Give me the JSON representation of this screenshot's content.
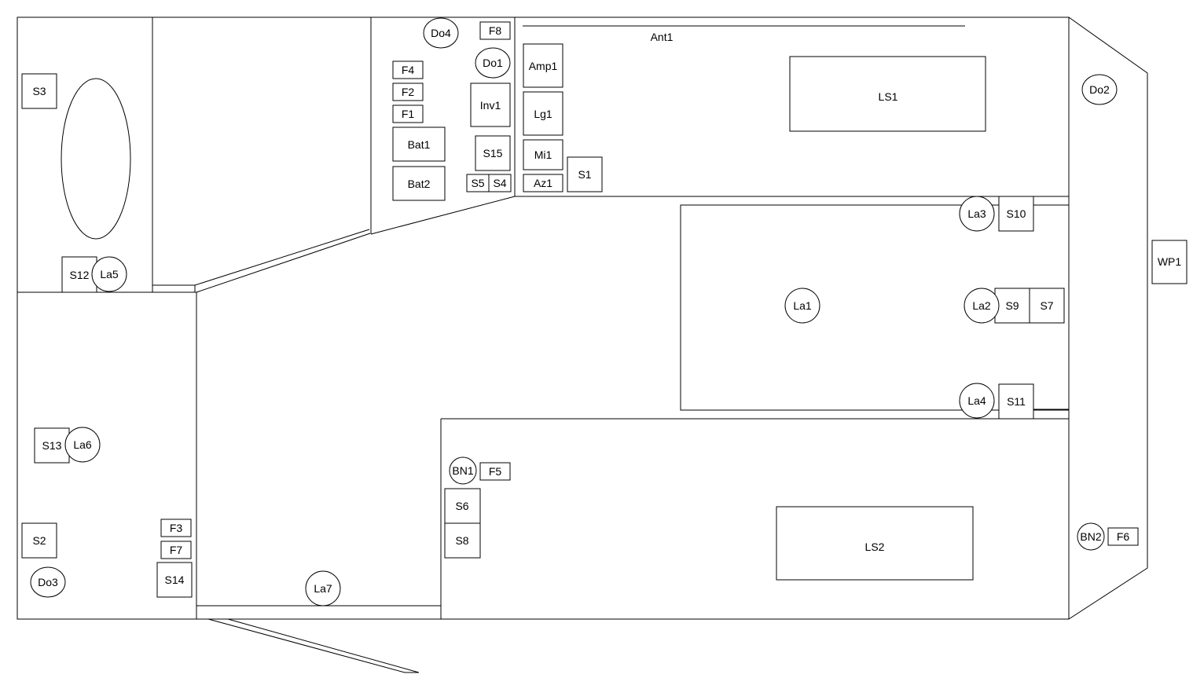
{
  "diagram": {
    "antenna_label": "Ant1",
    "components": {
      "Do4": "Do4",
      "F8": "F8",
      "Do1": "Do1",
      "F4": "F4",
      "F2": "F2",
      "F1": "F1",
      "Inv1": "Inv1",
      "Bat1": "Bat1",
      "Bat2": "Bat2",
      "S15": "S15",
      "S5": "S5",
      "S4": "S4",
      "Amp1": "Amp1",
      "Lg1": "Lg1",
      "Mi1": "Mi1",
      "Az1": "Az1",
      "S1": "S1",
      "LS1": "LS1",
      "Do2": "Do2",
      "S3": "S3",
      "S12": "S12",
      "La5": "La5",
      "La3": "La3",
      "S10": "S10",
      "WP1": "WP1",
      "La1": "La1",
      "La2": "La2",
      "S9": "S9",
      "S7": "S7",
      "La4": "La4",
      "S11": "S11",
      "S13": "S13",
      "La6": "La6",
      "BN1": "BN1",
      "F5": "F5",
      "S6": "S6",
      "S8": "S8",
      "LS2": "LS2",
      "BN2": "BN2",
      "F6": "F6",
      "S2": "S2",
      "F3": "F3",
      "F7": "F7",
      "S14": "S14",
      "Do3": "Do3",
      "La7": "La7"
    }
  }
}
